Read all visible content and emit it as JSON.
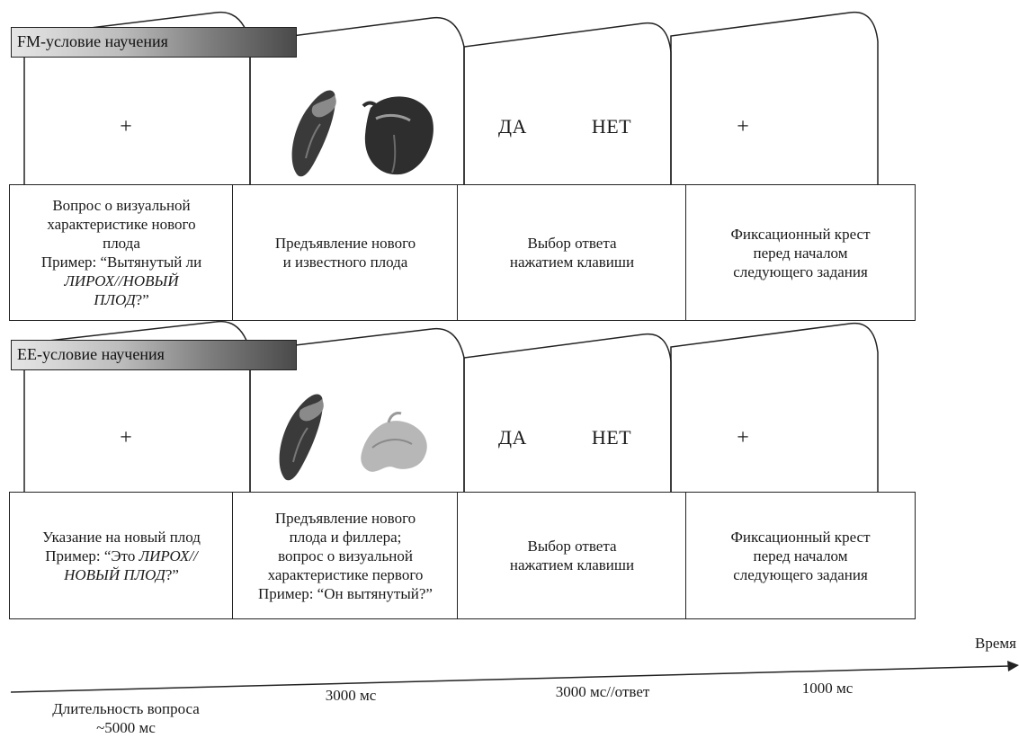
{
  "panels": [
    {
      "title": "FM-условие научения",
      "screens": {
        "fixation_1": "+",
        "yes": "ДА",
        "no": "НЕТ",
        "fixation_2": "+"
      },
      "descriptions": {
        "c1_line1": "Вопрос о визуальной",
        "c1_line2": "характеристике нового",
        "c1_line3": "плода",
        "c1_line4": "Пример: “Вытянутый ли",
        "c1_line5_italic": "ЛИРОХ//НОВЫЙ",
        "c1_line6_italic": "ПЛОД",
        "c1_line6_tail": "?”",
        "c2_line1": "Предъявление нового",
        "c2_line2": "и известного плода",
        "c3_line1": "Выбор ответа",
        "c3_line2": "нажатием клавиши",
        "c4_line1": "Фиксационный крест",
        "c4_line2": "перед началом",
        "c4_line3": "следующего задания"
      }
    },
    {
      "title": "ЕЕ-условие научения",
      "screens": {
        "fixation_1": "+",
        "yes": "ДА",
        "no": "НЕТ",
        "fixation_2": "+"
      },
      "descriptions": {
        "c1_line1": "Указание на новый плод",
        "c1_line2_pre": "Пример: “Это ",
        "c1_line2_italic": "ЛИРОХ//",
        "c1_line3_italic": "НОВЫЙ ПЛОД",
        "c1_line3_tail": "?”",
        "c2_line1": "Предъявление нового",
        "c2_line2": "плода и филлера;",
        "c2_line3": "вопрос о визуальной",
        "c2_line4": "характеристике первого",
        "c2_line5": "Пример: “Он вытянутый?”",
        "c3_line1": "Выбор ответа",
        "c3_line2": "нажатием клавиши",
        "c4_line1": "Фиксационный крест",
        "c4_line2": "перед началом",
        "c4_line3": "следующего задания"
      }
    }
  ],
  "timeline": {
    "axis_label": "Время",
    "d1_line1": "Длительность вопроса",
    "d1_line2": "~5000 мс",
    "d2": "3000 мс",
    "d3": "3000 мс//ответ",
    "d4": "1000 мс"
  },
  "icons": [
    "red-pepper-icon",
    "bell-pepper-dark-icon",
    "bell-pepper-faded-icon"
  ],
  "colors": {
    "line": "#222222",
    "banner_light": "#e6e6e6",
    "banner_dark": "#4a4a4a"
  }
}
